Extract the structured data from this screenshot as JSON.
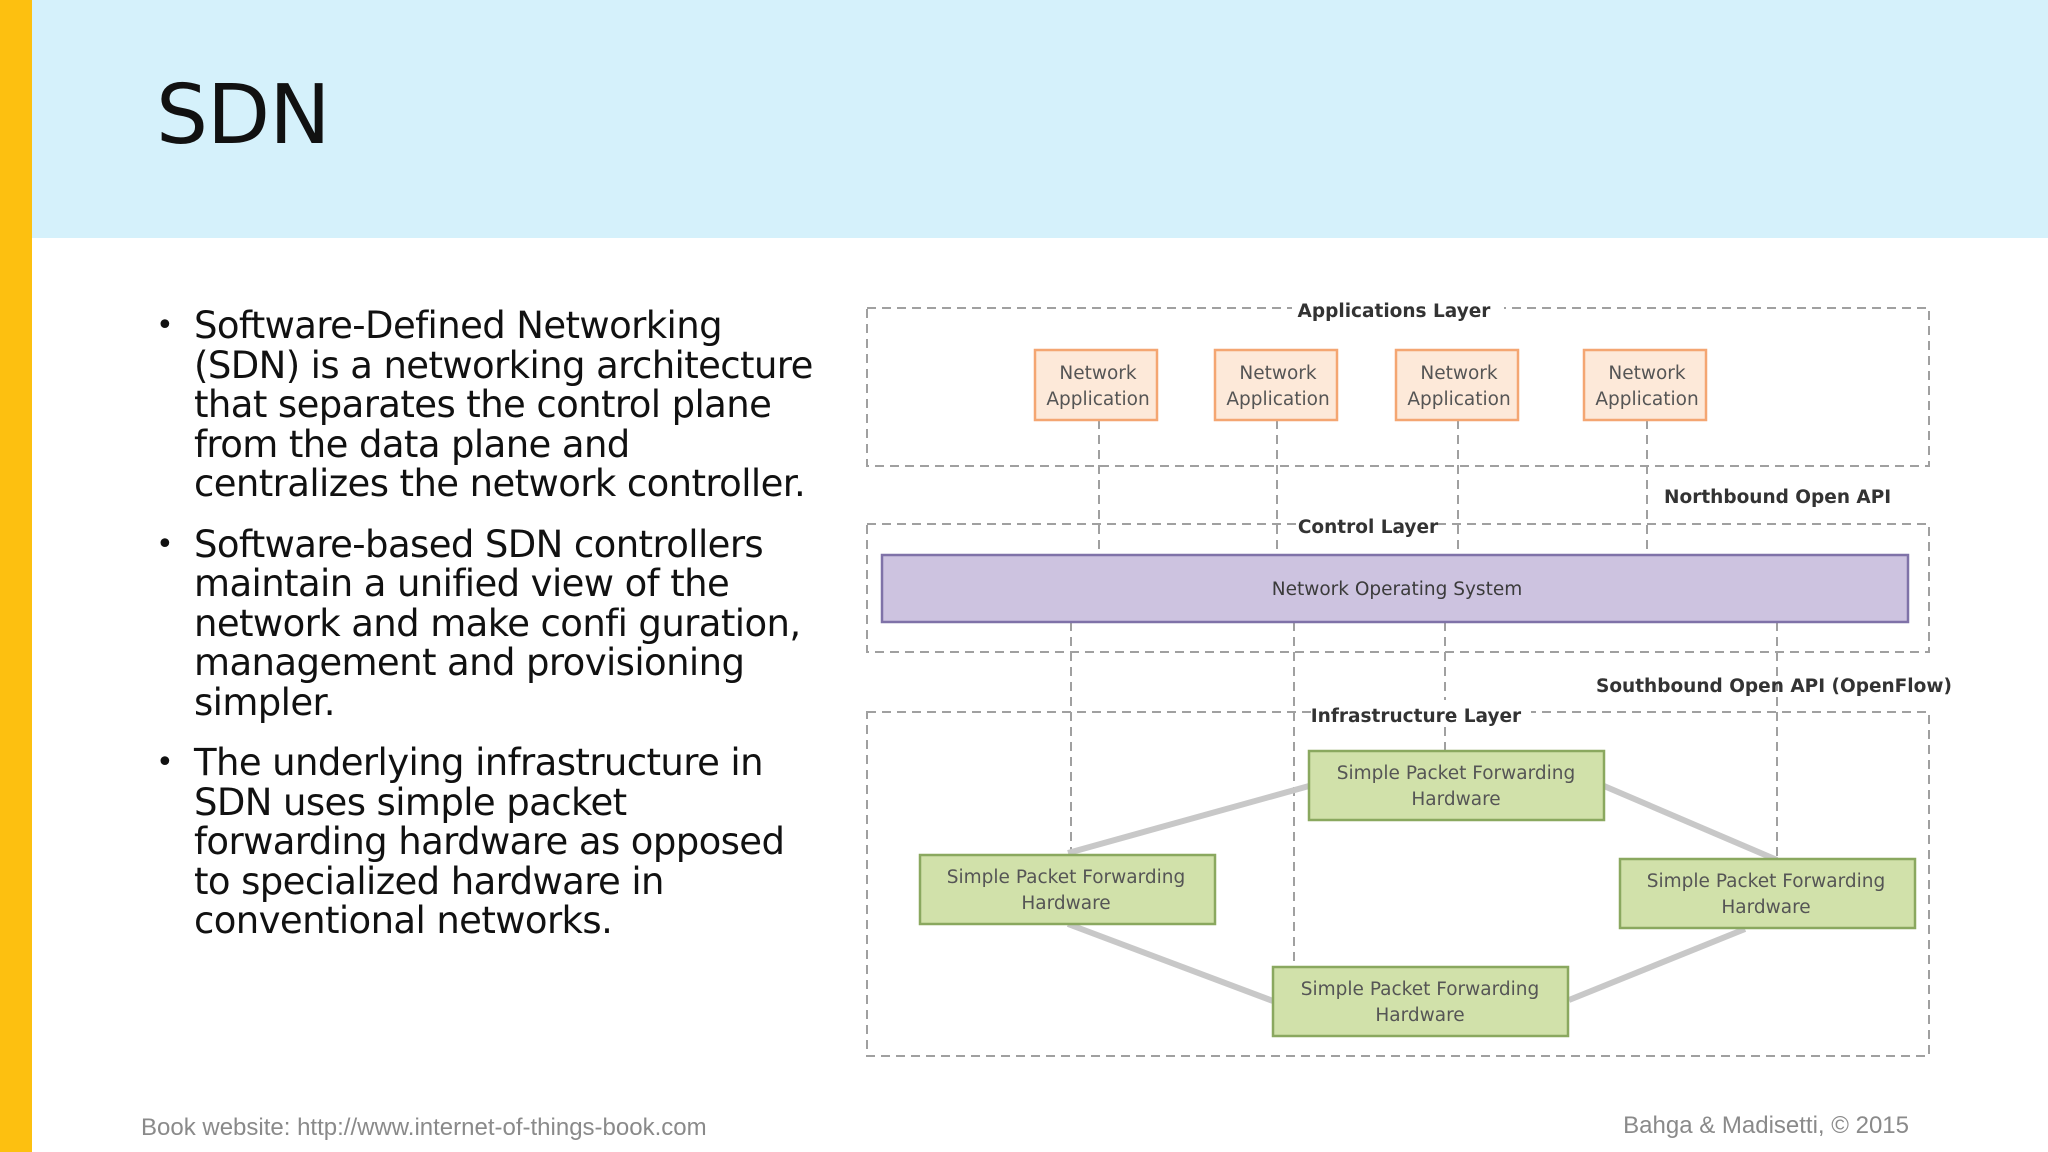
{
  "slide": {
    "title": "SDN",
    "bullets": [
      "Software-Defined Networking (SDN) is a networking architecture that separates the control plane from the data plane and centralizes the network controller.",
      "Software-based SDN controllers maintain a unified view of the network and make confi guration, management and provisioning simpler.",
      "The underlying infrastructure in SDN uses simple packet forwarding hardware as opposed to specialized hardware in conventional networks."
    ],
    "bullet_glyph": "•"
  },
  "footer": {
    "website": "Book website: http://www.internet-of-things-book.com",
    "copyright": "Bahga & Madisetti, © 2015"
  },
  "diagram": {
    "applications_layer": "Applications Layer",
    "applications": [
      [
        "Network",
        "Application"
      ],
      [
        "Network",
        "Application"
      ],
      [
        "Network",
        "Application"
      ],
      [
        "Network",
        "Application"
      ]
    ],
    "northbound_api": "Northbound Open API",
    "control_layer": "Control Layer",
    "nos": "Network Operating System",
    "southbound_api": "Southbound Open API (OpenFlow)",
    "infrastructure_layer": "Infrastructure Layer",
    "hardware": [
      [
        "Simple Packet Forwarding",
        "Hardware"
      ],
      [
        "Simple Packet Forwarding",
        "Hardware"
      ],
      [
        "Simple Packet Forwarding",
        "Hardware"
      ],
      [
        "Simple Packet Forwarding",
        "Hardware"
      ]
    ],
    "colors": {
      "app_fill": "#FDE9D9",
      "app_stroke": "#F4A672",
      "nos_fill": "#CDC3E0",
      "nos_stroke": "#7F72A8",
      "hw_fill": "#D1E1AA",
      "hw_stroke": "#8AA85F",
      "dashed_line": "#A0A0A0",
      "link_line": "#C8C8C8"
    }
  }
}
